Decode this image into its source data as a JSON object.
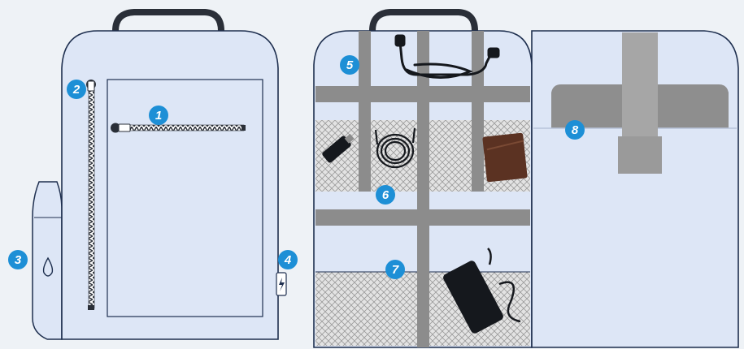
{
  "colors": {
    "background": "#eef2f6",
    "bag_fill": "#dde6f6",
    "bag_outline": "#1e2f4f",
    "strap": "#8c8c8c",
    "mesh": "#d6d6d6",
    "badge": "#1d8fd6",
    "handle": "#2a2f38"
  },
  "callouts": [
    {
      "id": 1,
      "label": "1",
      "feature": "front-zipper"
    },
    {
      "id": 2,
      "label": "2",
      "feature": "side-zipper-pull"
    },
    {
      "id": 3,
      "label": "3",
      "feature": "bottle-pocket"
    },
    {
      "id": 4,
      "label": "4",
      "feature": "usb-port"
    },
    {
      "id": 5,
      "label": "5",
      "feature": "cable-strap"
    },
    {
      "id": 6,
      "label": "6",
      "feature": "mesh-pocket"
    },
    {
      "id": 7,
      "label": "7",
      "feature": "charger-pocket"
    },
    {
      "id": 8,
      "label": "8",
      "feature": "laptop-sleeve"
    }
  ],
  "icons": [
    "power-cable-icon",
    "usb-drive-icon",
    "coiled-cable-icon",
    "wallet-icon",
    "charger-adapter-icon",
    "laptop-icon",
    "water-drop-icon",
    "lightning-icon"
  ]
}
